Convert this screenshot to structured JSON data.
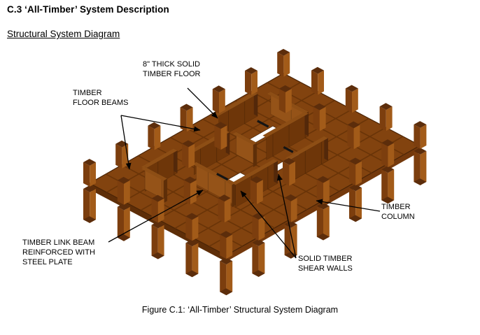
{
  "page": {
    "title": "C.3 ‘All-Timber’ System Description",
    "subtitle": "Structural System Diagram",
    "caption": "Figure C.1: ‘All-Timber’ Structural System Diagram"
  },
  "diagram": {
    "labels": {
      "floor": {
        "line1": "8\" THICK SOLID",
        "line2": "TIMBER FLOOR"
      },
      "beams": {
        "line1": "TIMBER",
        "line2": "FLOOR BEAMS"
      },
      "column": {
        "line1": "TIMBER",
        "line2": "COLUMN"
      },
      "link_beam": {
        "line1": "TIMBER LINK BEAM",
        "line2": "REINFORCED WITH",
        "line3": "STEEL PLATE"
      },
      "shear_walls": {
        "line1": "SOLID TIMBER",
        "line2": "SHEAR WALLS"
      }
    },
    "colors": {
      "floor_top": "#82430F",
      "floor_edge_left": "#5E2E08",
      "floor_edge_right": "#74390C",
      "floor_outline": "#4A2406",
      "grid_line": "#693408",
      "column_left": "#7C3E0E",
      "column_right": "#A25B19",
      "column_cap": "#5C2D0B",
      "wall_front": "#6E3609",
      "wall_side": "#955318",
      "wall_top": "#8D4E15",
      "wall_end": "#53280A",
      "wall_end2": "#5E2E08",
      "opening": "#FFFFFF",
      "opening_edge": "#3A1D05",
      "link_beam": "#151515",
      "leader": "#000000"
    }
  }
}
